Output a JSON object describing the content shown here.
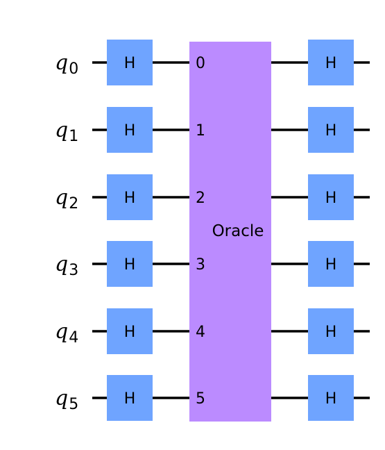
{
  "circuit": {
    "qubits": [
      {
        "label": "q",
        "index": "0"
      },
      {
        "label": "q",
        "index": "1"
      },
      {
        "label": "q",
        "index": "2"
      },
      {
        "label": "q",
        "index": "3"
      },
      {
        "label": "q",
        "index": "4"
      },
      {
        "label": "q",
        "index": "5"
      }
    ],
    "pre_gates": [
      "H",
      "H",
      "H",
      "H",
      "H",
      "H"
    ],
    "post_gates": [
      "H",
      "H",
      "H",
      "H",
      "H",
      "H"
    ],
    "oracle": {
      "label": "Oracle",
      "ports": [
        "0",
        "1",
        "2",
        "3",
        "4",
        "5"
      ]
    },
    "colors": {
      "h_gate": "#6fa4ff",
      "oracle": "#bb8bff",
      "wire": "#000000"
    }
  }
}
